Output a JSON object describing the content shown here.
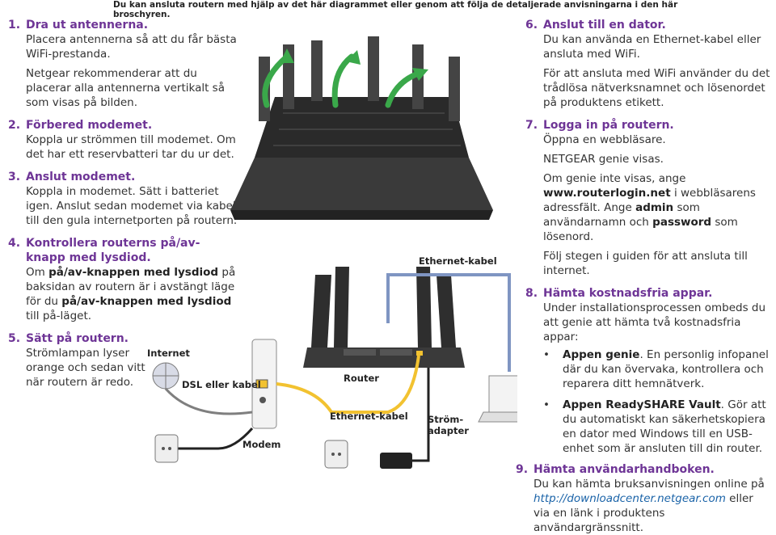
{
  "header": "Du kan ansluta routern med hjälp av det här diagrammet eller genom att följa de detaljerade anvisningarna i den här broschyren.",
  "steps_left": [
    {
      "num": "1.",
      "title": "Dra ut antennerna.",
      "p1": "Placera antennerna så att du får bästa WiFi-prestanda.",
      "p2": "Netgear rekommenderar att du placerar alla antennerna vertikalt så som visas på bilden."
    },
    {
      "num": "2.",
      "title": "Förbered modemet.",
      "p1": "Koppla ur strömmen till modemet. Om det har ett reservbatteri tar du ur det."
    },
    {
      "num": "3.",
      "title": "Anslut modemet.",
      "p1": "Koppla in modemet. Sätt i batteriet igen. Anslut sedan modemet via kabel till den gula internetporten på routern."
    },
    {
      "num": "4.",
      "title": "Kontrollera routerns på/av-knapp med lysdiod.",
      "p1_a": "Om ",
      "p1_b": "på/av-knappen med lysdiod",
      "p1_c": " på baksidan av routern är i avstängt läge för du ",
      "p1_d": "på/av-knappen med lysdiod",
      "p1_e": " till på-läget."
    },
    {
      "num": "5.",
      "title": "Sätt på routern.",
      "p1": "Strömlampan lyser orange och sedan vitt när routern är redo."
    }
  ],
  "steps_right": {
    "s6": {
      "num": "6.",
      "title": "Anslut till en dator.",
      "p1": "Du kan använda en Ethernet-kabel eller ansluta med WiFi.",
      "p2": "För att ansluta med WiFi använder du det trådlösa nätverksnamnet och lösenordet på produktens etikett."
    },
    "s7": {
      "num": "7.",
      "title": "Logga in på routern.",
      "p1": "Öppna en webbläsare.",
      "p2": "NETGEAR genie visas.",
      "p3_a": "Om genie inte visas, ange ",
      "p3_b": "www.routerlogin.net",
      "p3_c": " i webbläsarens adressfält. Ange ",
      "p3_d": "admin",
      "p3_e": " som användarnamn och ",
      "p3_f": "password",
      "p3_g": " som lösenord.",
      "p4": "Följ stegen i guiden för att ansluta till internet."
    },
    "s8": {
      "num": "8.",
      "title": "Hämta kostnadsfria appar.",
      "p1": "Under installationsprocessen ombeds du att genie att hämta två kostnadsfria appar:",
      "b1_title": "Appen genie",
      "b1_text": ". En personlig infopanel där du kan övervaka, kontrollera och reparera ditt hemnätverk.",
      "b2_title": "Appen ReadySHARE Vault",
      "b2_text": ". Gör att du automatiskt kan säkerhetskopiera en dator med Windows till en USB-enhet som är ansluten till din router."
    },
    "s9": {
      "num": "9.",
      "title": "Hämta användarhandboken.",
      "p1": "Du kan hämta bruksanvisningen online på ",
      "link": "http://downloadcenter.netgear.com",
      "p2": " eller via en länk i produktens användargränssnitt."
    }
  },
  "diagram_labels": {
    "ethernet_top": "Ethernet-kabel",
    "internet": "Internet",
    "dsl": "DSL eller kabel",
    "router": "Router",
    "ethernet_bottom": "Ethernet-kabel",
    "power_adapter": "Ström-\nadapter",
    "modem": "Modem"
  },
  "colors": {
    "accent_purple": "#6e3596",
    "antenna_arrow_green": "#3aa84a",
    "cable_yellow": "#f2c230",
    "cable_blue": "#7f95c2",
    "router_dark": "#333333"
  }
}
